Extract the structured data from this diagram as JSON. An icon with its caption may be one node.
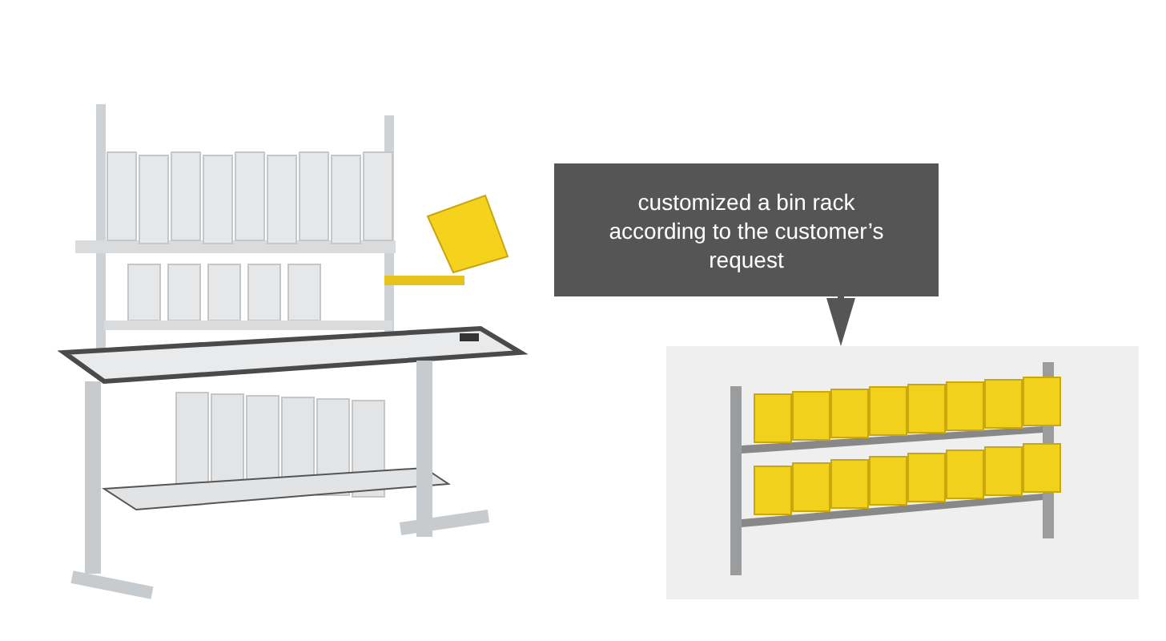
{
  "diagram": {
    "nodes": [
      {
        "text": [],
        "shape": "picture"
      },
      {
        "text": [
          "customized a bin rack according to the customer’s request"
        ]
      },
      {
        "text": [],
        "shape": "picture"
      }
    ],
    "edges": [
      {
        "from": 1,
        "to": 2,
        "arrow": "to"
      }
    ]
  }
}
